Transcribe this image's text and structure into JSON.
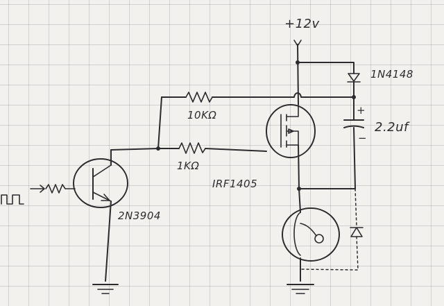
{
  "labels": {
    "supply": "+12v",
    "diode_top": "1N4148",
    "resistor_10k": "10KΩ",
    "resistor_1k": "1KΩ",
    "capacitor_polarity_plus": "+",
    "capacitor_polarity_minus": "−",
    "capacitor": "2.2uf",
    "mosfet": "IRF1405",
    "transistor": "2N3904"
  },
  "colors": {
    "ink": "#2b2b2e",
    "paper": "#f2f1ed",
    "grid": "#8a8f99"
  }
}
